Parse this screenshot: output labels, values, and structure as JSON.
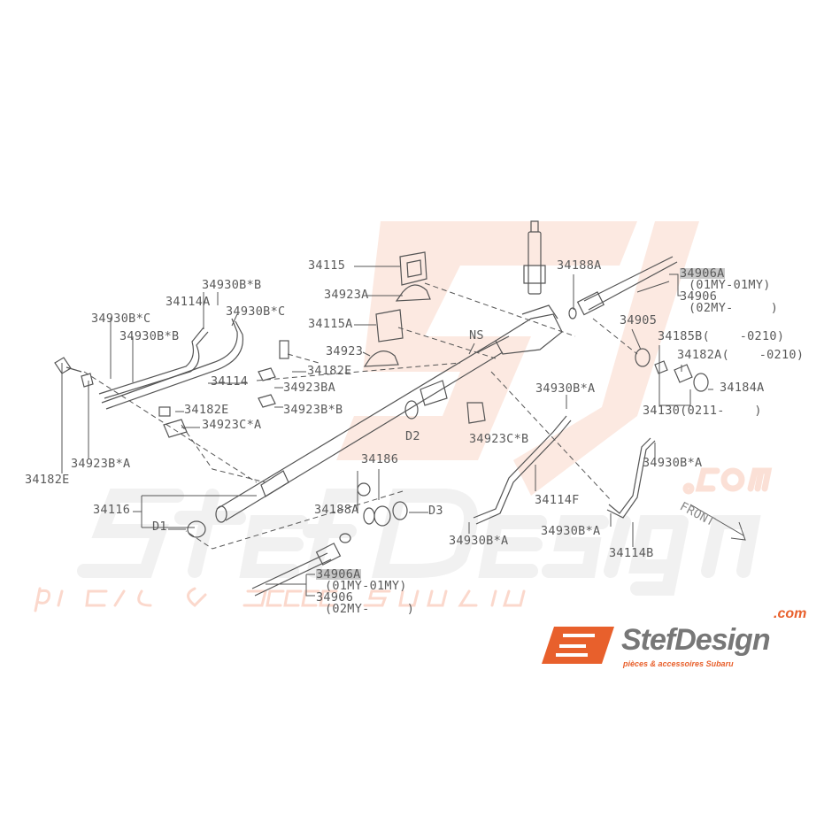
{
  "watermark": {
    "brand": "StefDesign",
    "domain": ".com",
    "tagline": "pièces & accessoires Subaru"
  },
  "logo": {
    "brand": "StefDesign",
    "domain": ".com",
    "tagline": "pièces & accessoires Subaru",
    "mark": "SD",
    "accent": "#e8602c"
  },
  "labels": {
    "p34115": "34115",
    "p34923a": "34923A",
    "p34115a": "34115A",
    "p34923": "34923",
    "p34930bb_1": "34930B*B",
    "p34114a": "34114A",
    "p34930bc_1": "34930B*C",
    "p34930bc_2": "34930B*C",
    "p34930bb_2": "34930B*B",
    "p34182e_1": "34182E",
    "p34114": "34114",
    "p34923ba": "34923BA",
    "p34182e_2": "34182E",
    "p34923bb": "34923B*B",
    "p34923ca": "34923C*A",
    "p34923ba2": "34923B*A",
    "p34182e_3": "34182E",
    "ns": "NS",
    "p34188a_1": "34188A",
    "p34906a_1": "34906A",
    "p34906a_1_range": "(01MY-01MY)",
    "p34906_1": "34906",
    "p34906_1_range": "(02MY-     )",
    "p34905": "34905",
    "p34185b": "34185B(    -0210)",
    "p34182a": "34182A(    -0210)",
    "p34184a": "34184A",
    "p34130": "34130(0211-    )",
    "p34930ba_1": "34930B*A",
    "d2": "D2",
    "p34923cb": "34923C*B",
    "p34186": "34186",
    "p34930ba_2": "34930B*A",
    "p34116": "34116",
    "d1": "D1",
    "p34188a_2": "34188A",
    "d3": "D3",
    "p34114f": "34114F",
    "p34930ba_3": "34930B*A",
    "p34930ba_4": "34930B*A",
    "p34114b": "34114B",
    "front": "FRONT",
    "p34906a_2": "34906A",
    "p34906a_2_range": "(01MY-01MY)",
    "p34906_2": "34906",
    "p34906_2_range": "(02MY-     )"
  }
}
